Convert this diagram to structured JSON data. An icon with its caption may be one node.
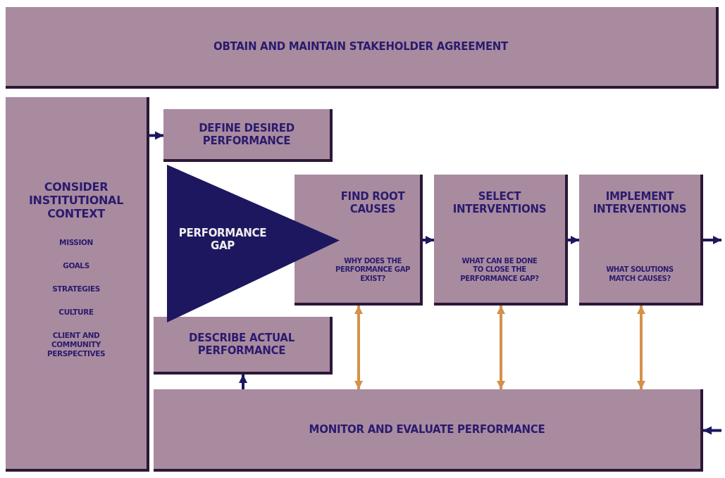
{
  "diagram": {
    "nodes": [
      {
        "text": [
          "OBTAIN AND MAINTAIN STAKEHOLDER AGREEMENT"
        ]
      },
      {
        "text": [
          "CONSIDER INSTITUTIONAL CONTEXT",
          "MISSION",
          "GOALS",
          "STRATEGIES",
          "CULTURE",
          "CLIENT AND COMMUNITY PERSPECTIVES"
        ]
      },
      {
        "text": [
          "DEFINE DESIRED PERFORMANCE"
        ]
      },
      {
        "text": [
          "PERFORMANCE GAP"
        ]
      },
      {
        "text": [
          "FIND ROOT CAUSES",
          "WHY DOES THE PERFORMANCE GAP EXIST?"
        ]
      },
      {
        "text": [
          "SELECT INTERVENTIONS",
          "WHAT CAN BE DONE TO CLOSE THE PERFORMANCE GAP?"
        ]
      },
      {
        "text": [
          "IMPLEMENT INTERVENTIONS",
          "WHAT SOLUTIONS MATCH CAUSES?"
        ]
      },
      {
        "text": [
          "DESCRIBE ACTUAL PERFORMANCE"
        ]
      },
      {
        "text": [
          "MONITOR AND EVALUATE PERFORMANCE"
        ]
      }
    ],
    "edges": [
      {
        "from": 1,
        "to": 2,
        "arrow": "to"
      },
      {
        "from": 4,
        "to": 5,
        "arrow": "to"
      },
      {
        "from": 5,
        "to": 6,
        "arrow": "to"
      },
      {
        "from": 6,
        "to": null,
        "arrow": "to"
      },
      {
        "from": null,
        "to": 8,
        "arrow": "to"
      },
      {
        "from": 8,
        "to": 7,
        "arrow": "to"
      },
      {
        "from": 4,
        "to": 8,
        "arrow": "both",
        "color": "#d4914a"
      },
      {
        "from": 5,
        "to": 8,
        "arrow": "both",
        "color": "#d4914a"
      },
      {
        "from": 6,
        "to": 8,
        "arrow": "both",
        "color": "#d4914a"
      }
    ]
  }
}
